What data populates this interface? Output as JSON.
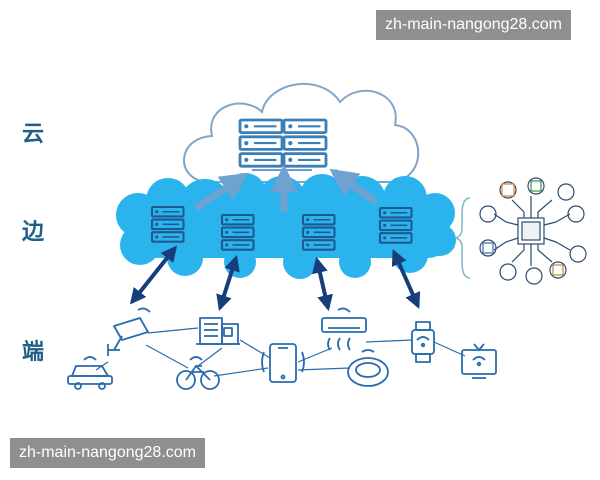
{
  "tiers": {
    "cloud": "云",
    "edge": "边",
    "device": "端"
  },
  "watermarks": {
    "top": "zh-main-nangong28.com",
    "bottom": "zh-main-nangong28.com"
  },
  "colors": {
    "cloud_outline": "#7fa6c9",
    "edge_cloud": "#2bb3ee",
    "server": "#3a7fb7",
    "arrow_up": "#6fa2cf",
    "arrow_down": "#163e7a",
    "device_line": "#2a6bae",
    "tier_label": "#1f5f86"
  },
  "icons": {
    "devices": [
      "cctv-camera-icon",
      "smart-building-icon",
      "smartphone-icon",
      "air-conditioner-icon",
      "smartwatch-icon",
      "car-icon",
      "bicycle-icon",
      "robot-vacuum-icon",
      "smart-tv-icon"
    ],
    "edge_ai": "edge-ai-chip-icon"
  }
}
